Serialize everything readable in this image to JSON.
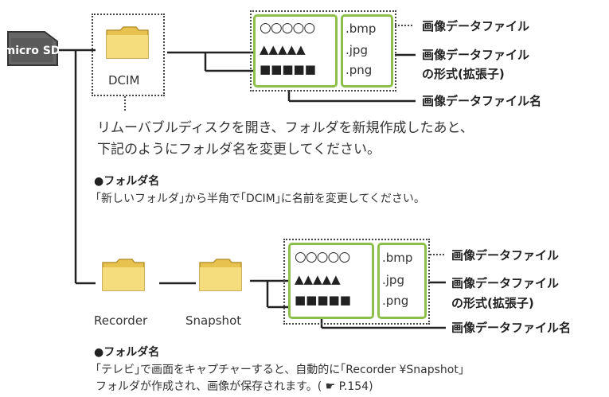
{
  "sd_card_label": "micro SD",
  "top": {
    "folder_label": "DCIM",
    "file_names": [
      "○○○○○",
      "▲▲▲▲▲",
      "■■■■■"
    ],
    "extensions": [
      ".bmp",
      ".jpg",
      ".png"
    ],
    "annotations": {
      "file": "画像データファイル",
      "format_line1": "画像データファイル",
      "format_line2": "の形式(拡張子)",
      "name": "画像データファイル名"
    }
  },
  "instruction": {
    "line1": "リムーバブルディスクを開き、フォルダを新規作成したあと、",
    "line2": "下記のようにフォルダ名を変更してください。"
  },
  "note1": {
    "heading": "●フォルダ名",
    "text": "｢新しいフォルダ｣から半角で｢DCIM｣に名前を変更してください。"
  },
  "bottom": {
    "folder1_label": "Recorder",
    "folder2_label": "Snapshot",
    "file_names": [
      "○○○○○",
      "▲▲▲▲▲",
      "■■■■■"
    ],
    "extensions": [
      ".bmp",
      ".jpg",
      ".png"
    ],
    "annotations": {
      "file": "画像データファイル",
      "format_line1": "画像データファイル",
      "format_line2": "の形式(拡張子)",
      "name": "画像データファイル名"
    }
  },
  "note2": {
    "heading": "●フォルダ名",
    "line1": "｢テレビ｣で画面をキャプチャーすると、自動的に｢Recorder ¥Snapshot｣",
    "line2": "フォルダが作成され、画像が保存されます。( ☛ P.154)"
  },
  "colors": {
    "accent_green": "#8dc04a",
    "folder_yellow": "#f2d46a",
    "line": "#222222"
  }
}
